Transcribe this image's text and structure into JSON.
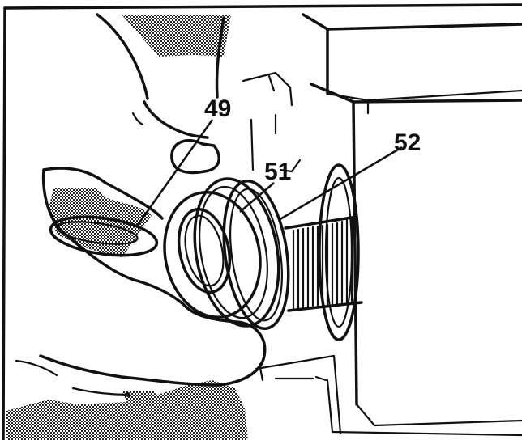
{
  "callouts": [
    {
      "id": "49",
      "text": "49"
    },
    {
      "id": "51",
      "text": "51"
    },
    {
      "id": "52",
      "text": "52"
    }
  ],
  "colors": {
    "ink": "#111111",
    "paper": "#ffffff"
  },
  "shading": "stipple-dots"
}
